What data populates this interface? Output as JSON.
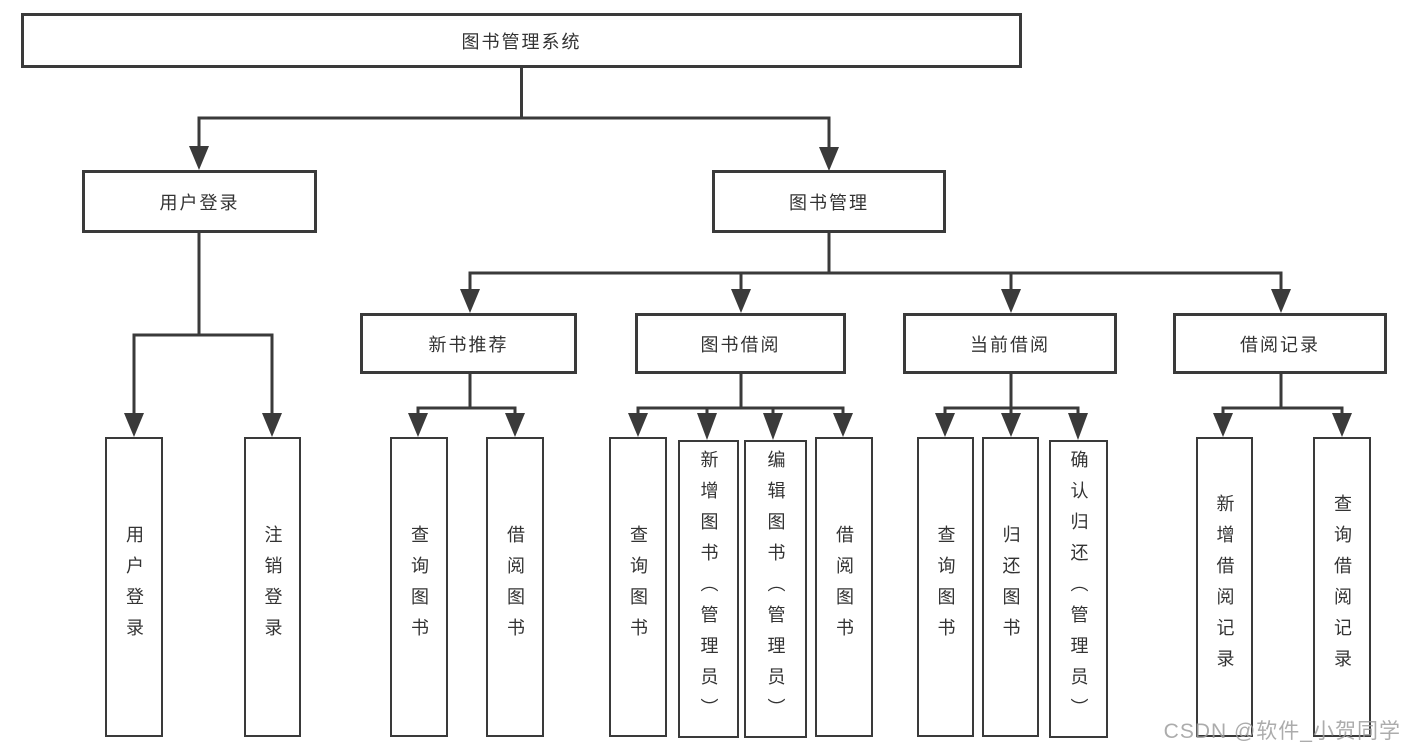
{
  "diagram": {
    "type": "functional-structure-tree",
    "colors": {
      "line": "#3a3a3a",
      "box_border": "#3a3a3a",
      "text": "#333333",
      "background": "#ffffff",
      "watermark": "#9e9e9e"
    },
    "tree": {
      "root": "图书管理系统",
      "children": [
        {
          "label": "用户登录",
          "children": [
            "用户登录",
            "注销登录"
          ]
        },
        {
          "label": "图书管理",
          "children": [
            {
              "label": "新书推荐",
              "children": [
                "查询图书",
                "借阅图书"
              ]
            },
            {
              "label": "图书借阅",
              "children": [
                "查询图书",
                "新增图书（管理员）",
                "编辑图书（管理员）",
                "借阅图书"
              ]
            },
            {
              "label": "当前借阅",
              "children": [
                "查询图书",
                "归还图书",
                "确认归还（管理员）"
              ]
            },
            {
              "label": "借阅记录",
              "children": [
                "新增借阅记录",
                "查询借阅记录"
              ]
            }
          ]
        }
      ]
    }
  },
  "watermark": "CSDN @软件_小贺同学"
}
